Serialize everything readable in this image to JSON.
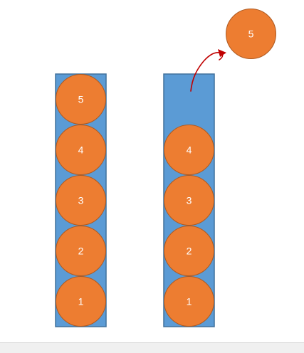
{
  "colors": {
    "stack_fill": "#5b9bd5",
    "stack_stroke": "#41719c",
    "ball_fill": "#ed7d31",
    "ball_stroke": "#ae5a21",
    "arrow": "#c00000"
  },
  "stacks": [
    {
      "name": "stack-full",
      "balls": [
        "5",
        "4",
        "3",
        "2",
        "1"
      ]
    },
    {
      "name": "stack-popped",
      "balls": [
        "4",
        "3",
        "2",
        "1"
      ]
    }
  ],
  "popped_ball": {
    "label": "5"
  }
}
